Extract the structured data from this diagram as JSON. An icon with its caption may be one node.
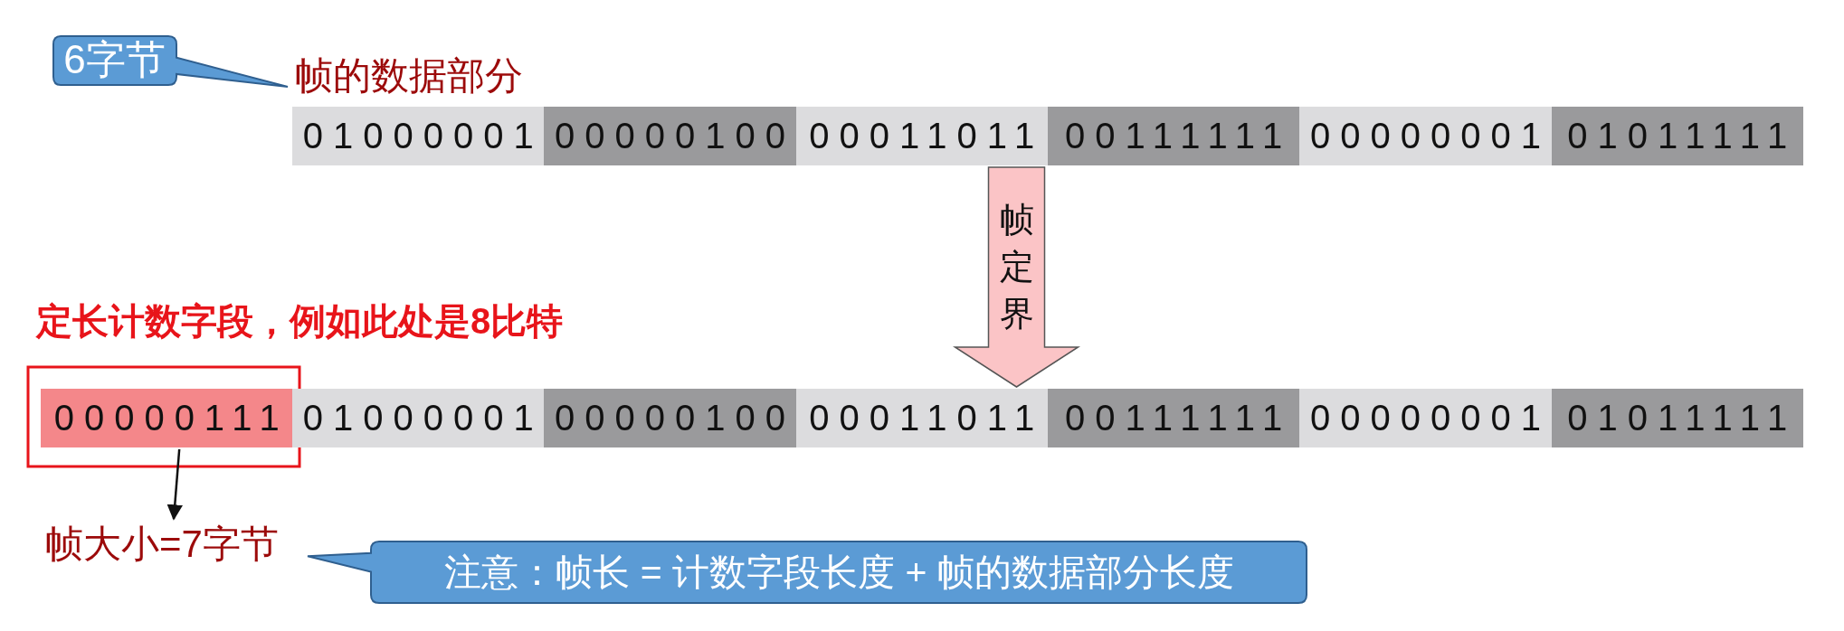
{
  "diagram": {
    "nodes": [
      {
        "text": [
          "6字节"
        ]
      },
      {
        "text": [],
        "shape": "bar"
      },
      {
        "text": [
          "01000001"
        ],
        "in": 1
      },
      {
        "text": [
          "00000100"
        ],
        "in": 1
      },
      {
        "text": [
          "00011011"
        ],
        "in": 1
      },
      {
        "text": [
          "00111111"
        ],
        "in": 1
      },
      {
        "text": [
          "00000001"
        ],
        "in": 1
      },
      {
        "text": [
          "01011111"
        ],
        "in": 1
      },
      {
        "text": [],
        "shape": "bar"
      },
      {
        "text": [
          "00000111"
        ],
        "in": 8
      },
      {
        "text": [
          "01000001"
        ],
        "in": 8
      },
      {
        "text": [
          "00000100"
        ],
        "in": 8
      },
      {
        "text": [
          "00011011"
        ],
        "in": 8
      },
      {
        "text": [
          "00111111"
        ],
        "in": 8
      },
      {
        "text": [
          "00000001"
        ],
        "in": 8
      },
      {
        "text": [
          "01011111"
        ],
        "in": 8
      },
      {
        "text": [
          "帧大小=7字节"
        ]
      },
      {
        "text": [
          "注意：帧长 = 计数字段长度 + 帧的数据部分长度"
        ]
      }
    ],
    "edges": [
      {
        "from": 1,
        "to": 8,
        "arrow": "to",
        "label": "帧定界"
      },
      {
        "from": 9,
        "to": 16,
        "arrow": "to"
      }
    ],
    "labels": [
      "帧的数据部分",
      "定长计数字段，例如此处是8比特"
    ]
  }
}
